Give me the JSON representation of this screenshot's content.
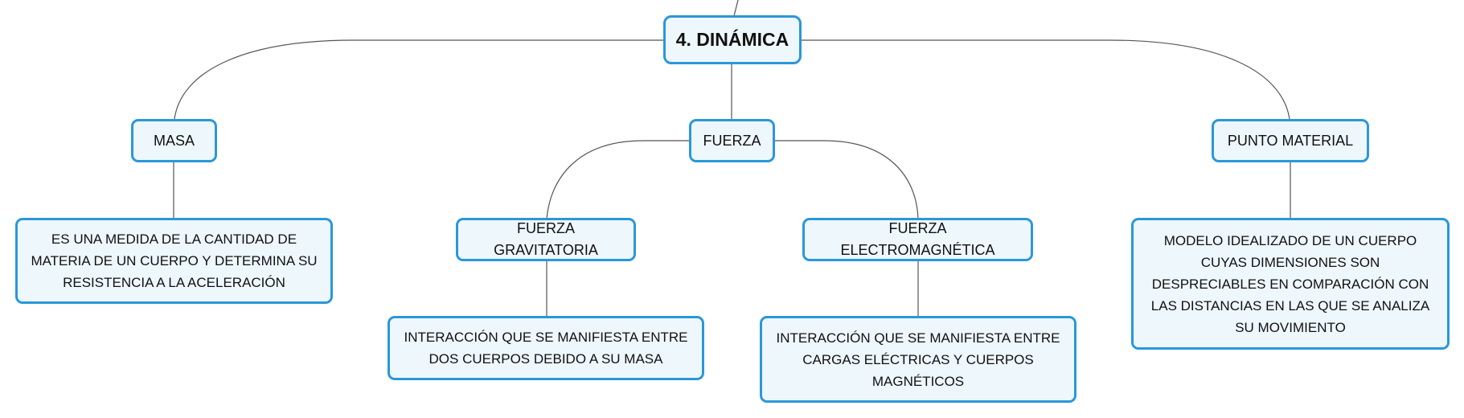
{
  "diagram": {
    "root": {
      "label": "4. DINÁMICA"
    },
    "topics": {
      "masa": {
        "label": "MASA",
        "description": "ES UNA MEDIDA DE LA CANTIDAD DE MATERIA DE UN CUERPO Y DETERMINA SU RESISTENCIA A LA ACELERACIÓN"
      },
      "fuerza": {
        "label": "FUERZA",
        "gravitatoria": {
          "label": "FUERZA GRAVITATORIA",
          "description": "INTERACCIÓN QUE SE MANIFIESTA ENTRE DOS CUERPOS DEBIDO A SU MASA"
        },
        "electromagnetica": {
          "label": "FUERZA ELECTROMAGNÉTICA",
          "description": "INTERACCIÓN QUE SE MANIFIESTA ENTRE CARGAS ELÉCTRICAS Y CUERPOS MAGNÉTICOS"
        }
      },
      "punto_material": {
        "label": "PUNTO MATERIAL",
        "description": "MODELO IDEALIZADO DE UN CUERPO CUYAS DIMENSIONES SON DESPRECIABLES EN COMPARACIÓN CON LAS DISTANCIAS EN LAS QUE SE ANALIZA SU MOVIMIENTO"
      }
    },
    "colors": {
      "node_border": "#2a98d8",
      "node_fill": "#eef7fc",
      "connector": "#555555"
    }
  }
}
